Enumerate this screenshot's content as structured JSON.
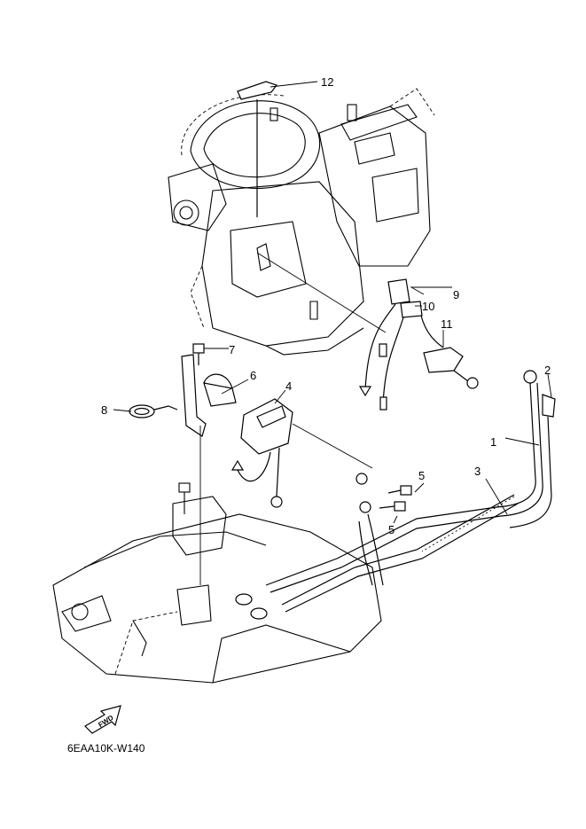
{
  "diagram": {
    "drawing_code": "6EAA10K-W140",
    "direction_arrow": {
      "label": "FWD",
      "icon": "forward-arrow-icon"
    },
    "callouts": [
      {
        "number": "1"
      },
      {
        "number": "2"
      },
      {
        "number": "3"
      },
      {
        "number": "4"
      },
      {
        "number": "5"
      },
      {
        "number": "5"
      },
      {
        "number": "6"
      },
      {
        "number": "7"
      },
      {
        "number": "8"
      },
      {
        "number": "9"
      },
      {
        "number": "10"
      },
      {
        "number": "11"
      },
      {
        "number": "12"
      }
    ]
  }
}
